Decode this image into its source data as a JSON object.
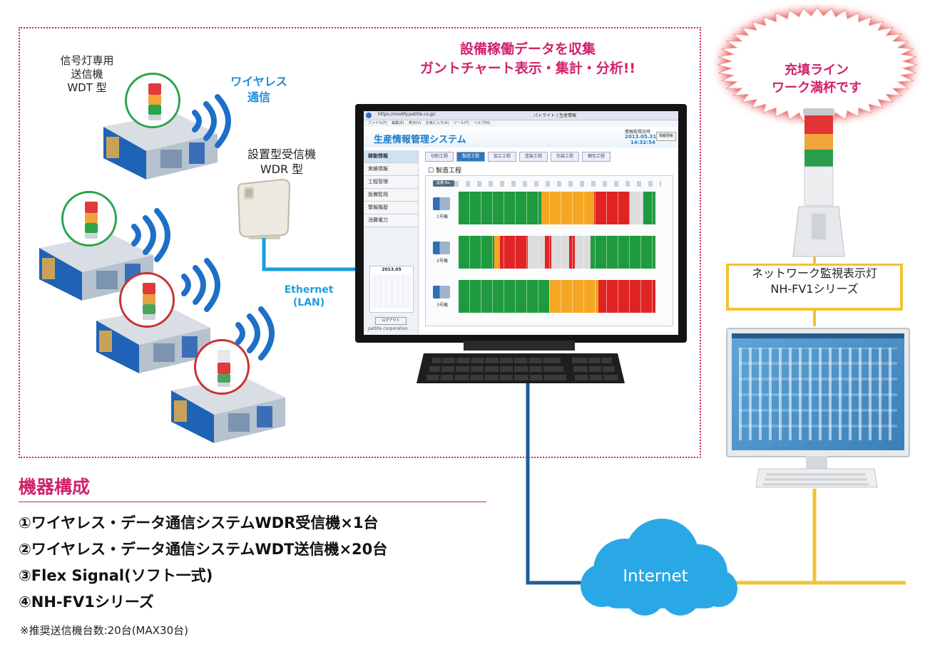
{
  "top_caption": {
    "line1": "設備稼働データを収集",
    "line2": "ガントチャート表示・集計・分析!!"
  },
  "transmitter_label": {
    "line1": "信号灯専用",
    "line2": "送信機",
    "line3": "WDT 型"
  },
  "wireless_label": {
    "line1": "ワイヤレス",
    "line2": "通信"
  },
  "receiver_label": {
    "line1": "設置型受信機",
    "line2": "WDR 型"
  },
  "ethernet_label": {
    "line1": "Ethernet",
    "line2": "(LAN)"
  },
  "alert_burst": {
    "line1": "充填ライン",
    "line2": "ワーク満杯です"
  },
  "nh_label": {
    "line1": "ネットワーク監視表示灯",
    "line2": "NH-FV1シリーズ"
  },
  "internet_label": "Internet",
  "equipment": {
    "heading": "機器構成",
    "items": [
      "①ワイヤレス・データ通信システムWDR受信機×1台",
      "②ワイヤレス・データ通信システムWDT送信機×20台",
      "③Flex Signal(ソフト一式)",
      "④NH-FV1シリーズ"
    ],
    "note": "※推奨送信機台数:20台(MAX30台)"
  },
  "app": {
    "url": "https://modify.patlite.co.jp/",
    "browser_tab": "パトライト | 生産情報",
    "menu": [
      "ファイル(F)",
      "編集(E)",
      "表示(V)",
      "お気に入り(A)",
      "ツール(T)",
      "ヘルプ(H)"
    ],
    "title": "生産情報管理システム",
    "info_label": "情報取得日時",
    "date": "2013.05.31",
    "time": "14:32:54",
    "info_button": "情報更新",
    "sidebar": [
      "稼動情報",
      "実績情報",
      "工程管理",
      "設備監視",
      "警報履歴",
      "消費電力"
    ],
    "tabs": [
      "切削工程",
      "製造工程",
      "加工工程",
      "塗装工程",
      "包装工程",
      "梱包工程"
    ],
    "section_title": "製造工程",
    "axis_label": "設備 No.",
    "machines": [
      "1号機",
      "2号機",
      "3号機"
    ],
    "calendar_month": "2013.05",
    "logout": "ログアウト",
    "footer": "patlite corporation"
  },
  "colors": {
    "accent_pink": "#d0226b",
    "wireless_blue": "#1b8fd6",
    "ethernet_blue": "#1b9ee0",
    "wan_line": "#1f5e96",
    "nh_line": "#f2c230",
    "cloud": "#2aa8e6",
    "gantt_green": "#1f9a3e",
    "gantt_orange": "#f5a623",
    "gantt_red": "#e02424",
    "gantt_gray": "#dcdcdc"
  },
  "chart_data": {
    "type": "gantt",
    "series": [
      {
        "name": "1号機",
        "segments": [
          {
            "state": "green",
            "length": 42
          },
          {
            "state": "orange",
            "length": 27
          },
          {
            "state": "red",
            "length": 18
          },
          {
            "state": "gray",
            "length": 7
          },
          {
            "state": "green",
            "length": 6
          }
        ]
      },
      {
        "name": "2号機",
        "segments": [
          {
            "state": "green",
            "length": 18
          },
          {
            "state": "orange",
            "length": 3
          },
          {
            "state": "red",
            "length": 14
          },
          {
            "state": "gray",
            "length": 9
          },
          {
            "state": "red",
            "length": 3
          },
          {
            "state": "gray",
            "length": 9
          },
          {
            "state": "red",
            "length": 3
          },
          {
            "state": "gray",
            "length": 8
          },
          {
            "state": "green",
            "length": 33
          }
        ]
      },
      {
        "name": "3号機",
        "segments": [
          {
            "state": "green",
            "length": 46
          },
          {
            "state": "orange",
            "length": 25
          },
          {
            "state": "red",
            "length": 29
          }
        ]
      }
    ]
  }
}
